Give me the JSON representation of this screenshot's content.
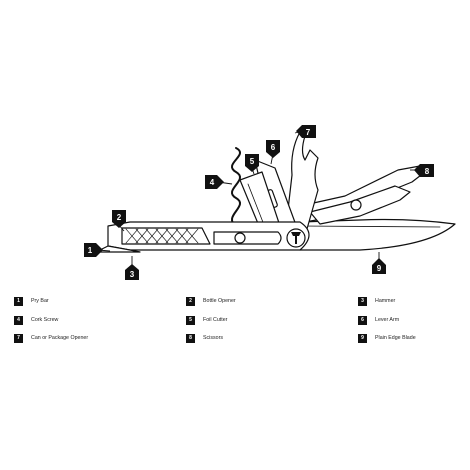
{
  "callouts": [
    "1",
    "2",
    "3",
    "4",
    "5",
    "6",
    "7",
    "8",
    "9"
  ],
  "legend": [
    {
      "num": "1",
      "label": "Pry Bar"
    },
    {
      "num": "2",
      "label": "Bottle Opener"
    },
    {
      "num": "3",
      "label": "Hammer"
    },
    {
      "num": "4",
      "label": "Cork Screw"
    },
    {
      "num": "5",
      "label": "Foil Cutter"
    },
    {
      "num": "6",
      "label": "Lever Arm"
    },
    {
      "num": "7",
      "label": "Can or Package Opener"
    },
    {
      "num": "8",
      "label": "Scissors"
    },
    {
      "num": "9",
      "label": "Plain Edge Blade"
    }
  ],
  "colors": {
    "ink": "#111111",
    "background": "#ffffff",
    "fill": "#ffffff"
  }
}
